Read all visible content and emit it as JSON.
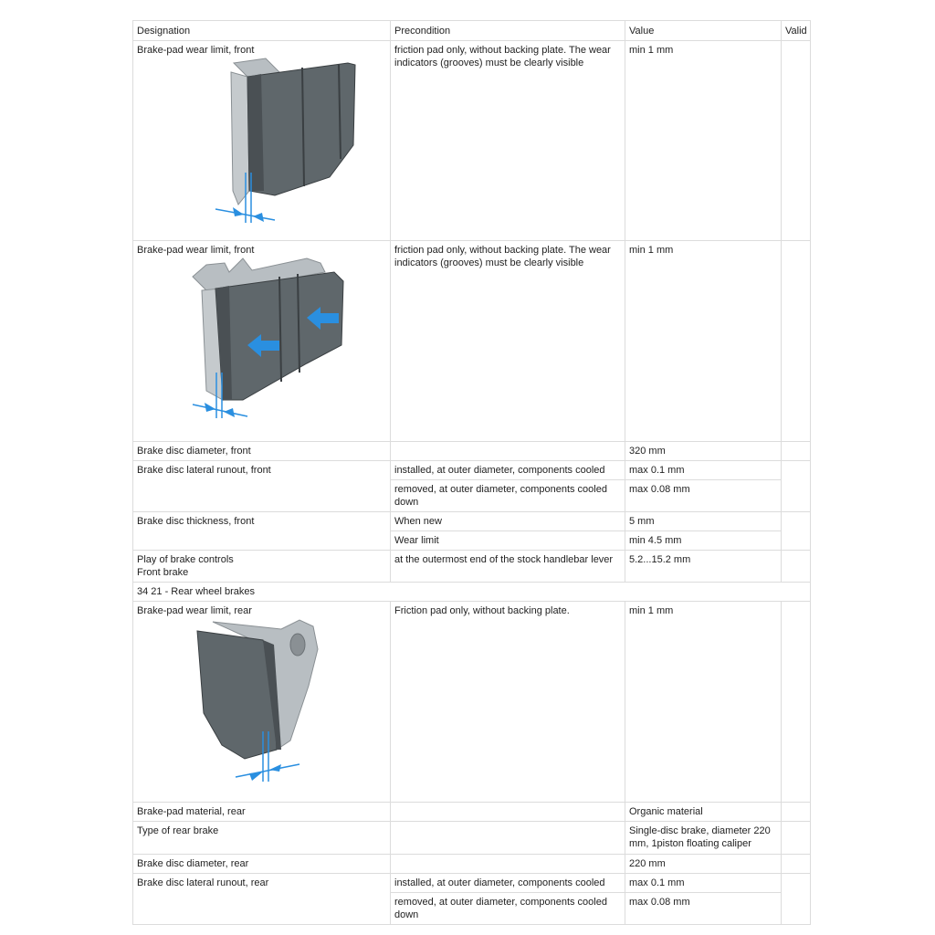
{
  "headers": {
    "designation": "Designation",
    "precondition": "Precondition",
    "value": "Value",
    "valid": "Valid"
  },
  "rows": [
    {
      "designation": "Brake-pad wear limit, front",
      "precondition": "friction pad only, without backing plate. The wear indicators (grooves) must be clearly visible",
      "value": "min 1 mm"
    },
    {
      "designation": "Brake-pad wear limit, front",
      "precondition": "friction pad only, without backing plate. The wear indicators (grooves) must be clearly visible",
      "value": "min 1 mm"
    },
    {
      "designation": "Brake disc diameter, front",
      "precondition": "",
      "value": "320 mm"
    },
    {
      "designation": "Brake disc lateral runout, front",
      "precondition": "installed, at outer diameter, components cooled",
      "value": "max 0.1 mm"
    },
    {
      "precondition": "removed, at outer diameter, components cooled down",
      "value": "max 0.08 mm"
    },
    {
      "designation": "Brake disc thickness, front",
      "precondition": "When new",
      "value": "5 mm"
    },
    {
      "precondition": "Wear limit",
      "value": "min 4.5 mm"
    },
    {
      "designation_line1": "Play of brake controls",
      "designation_line2": "Front brake",
      "precondition": "at the outermost end of the stock handlebar lever",
      "value": "5.2...15.2 mm"
    },
    {
      "section": "34 21 - Rear wheel brakes"
    },
    {
      "designation": "Brake-pad wear limit, rear",
      "precondition": "Friction pad only, without backing plate.",
      "value": "min 1 mm"
    },
    {
      "designation": "Brake-pad material, rear",
      "precondition": "",
      "value": "Organic material"
    },
    {
      "designation": "Type of rear brake",
      "precondition": "",
      "value": "Single-disc brake, diameter 220 mm, 1piston floating caliper"
    },
    {
      "designation": "Brake disc diameter, rear",
      "precondition": "",
      "value": "220 mm"
    },
    {
      "designation": "Brake disc lateral runout, rear",
      "precondition": "installed, at outer diameter, components cooled",
      "value": "max 0.1 mm"
    },
    {
      "precondition": "removed, at outer diameter, components cooled down",
      "value": "max 0.08 mm"
    }
  ],
  "colors": {
    "pad": "#5f676b",
    "pad_edge": "#3a3f42",
    "plate": "#b8bec2",
    "arrow": "#2a8fe0",
    "grid": "#dcdcdc"
  }
}
